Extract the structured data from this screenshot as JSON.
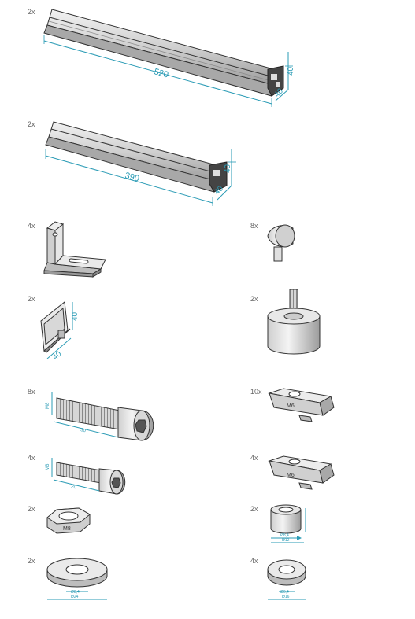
{
  "parts": [
    {
      "id": "profile-520",
      "qty": "2x",
      "dims": {
        "length": "520",
        "height": "40",
        "width": "40"
      }
    },
    {
      "id": "profile-390",
      "qty": "2x",
      "dims": {
        "length": "390",
        "height": "40",
        "width": "40"
      }
    },
    {
      "id": "angle-bracket",
      "qty": "4x"
    },
    {
      "id": "t-nut-round",
      "qty": "8x"
    },
    {
      "id": "end-cap",
      "qty": "2x",
      "dims": {
        "height": "40",
        "width": "40"
      }
    },
    {
      "id": "leveling-foot",
      "qty": "2x"
    },
    {
      "id": "bolt-m8x30",
      "qty": "8x",
      "dims": {
        "dia": "M8",
        "length": "30"
      }
    },
    {
      "id": "slot-nut-10",
      "qty": "10x",
      "label": "M6"
    },
    {
      "id": "bolt-m6x20",
      "qty": "4x",
      "dims": {
        "dia": "M6",
        "length": "20"
      }
    },
    {
      "id": "slot-nut-4",
      "qty": "4x",
      "label": "M6"
    },
    {
      "id": "hex-nut",
      "qty": "2x",
      "label": "M8"
    },
    {
      "id": "spacer",
      "qty": "2x",
      "dims": {
        "inner": "Ø8,4",
        "outer": "Ø12"
      }
    },
    {
      "id": "washer-large",
      "qty": "2x",
      "dims": {
        "inner": "Ø8,4",
        "outer": "Ø24"
      }
    },
    {
      "id": "washer-small",
      "qty": "4x",
      "dims": {
        "inner": "Ø6,4",
        "outer": "Ø16"
      }
    }
  ],
  "colors": {
    "dimension": "#2a9bb5",
    "line": "#333333",
    "metal_light": "#e4e4e4",
    "metal_mid": "#bdbdbd",
    "metal_dark": "#8a8a8a"
  }
}
